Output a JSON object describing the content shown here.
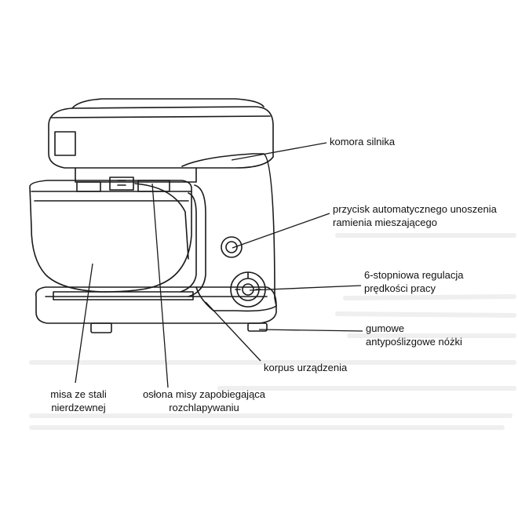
{
  "labels": {
    "motor": [
      "komora silnika"
    ],
    "lift_button": [
      "przycisk  automatycznego unoszenia",
      "ramienia mieszającego"
    ],
    "speed": [
      "6-stopniowa regulacja",
      "prędkości pracy"
    ],
    "feet": [
      "gumowe",
      "antypoślizgowe nóżki"
    ],
    "body": [
      "korpus urządzenia"
    ],
    "bowl": [
      "misa ze stali",
      "nierdzewnej"
    ],
    "guard": [
      "osłona misy zapobiegająca",
      "rozchlapywaniu"
    ]
  },
  "colors": {
    "line": "#1a1a1a",
    "ghost": "#ececec",
    "background": "#ffffff"
  }
}
